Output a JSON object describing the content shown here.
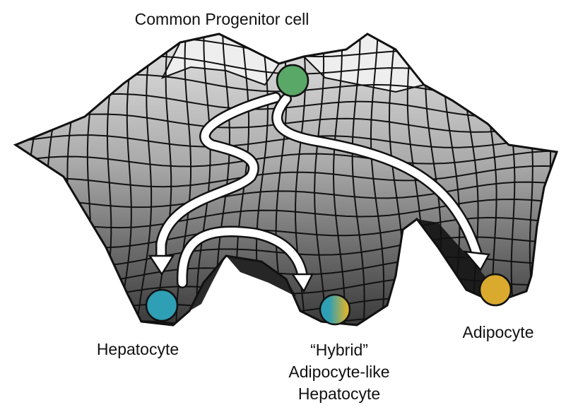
{
  "labels": {
    "progenitor": "Common Progenitor cell",
    "hepatocyte": "Hepatocyte",
    "hybrid": [
      "“Hybrid”",
      "Adipocyte-like",
      "Hepatocyte"
    ],
    "adipocyte": "Adipocyte"
  },
  "cells": {
    "progenitor_color": "#5aa867",
    "hepatocyte_color": "#2e9fb4",
    "hybrid_colors": [
      "#2e9fb4",
      "#d9b430"
    ],
    "adipocyte_color": "#d9aa2e"
  },
  "colors": {
    "surface_light": "#dcdcdc",
    "surface_dark": "#3c3c3c",
    "grid_line": "#111111",
    "arrow": "#ffffff"
  }
}
